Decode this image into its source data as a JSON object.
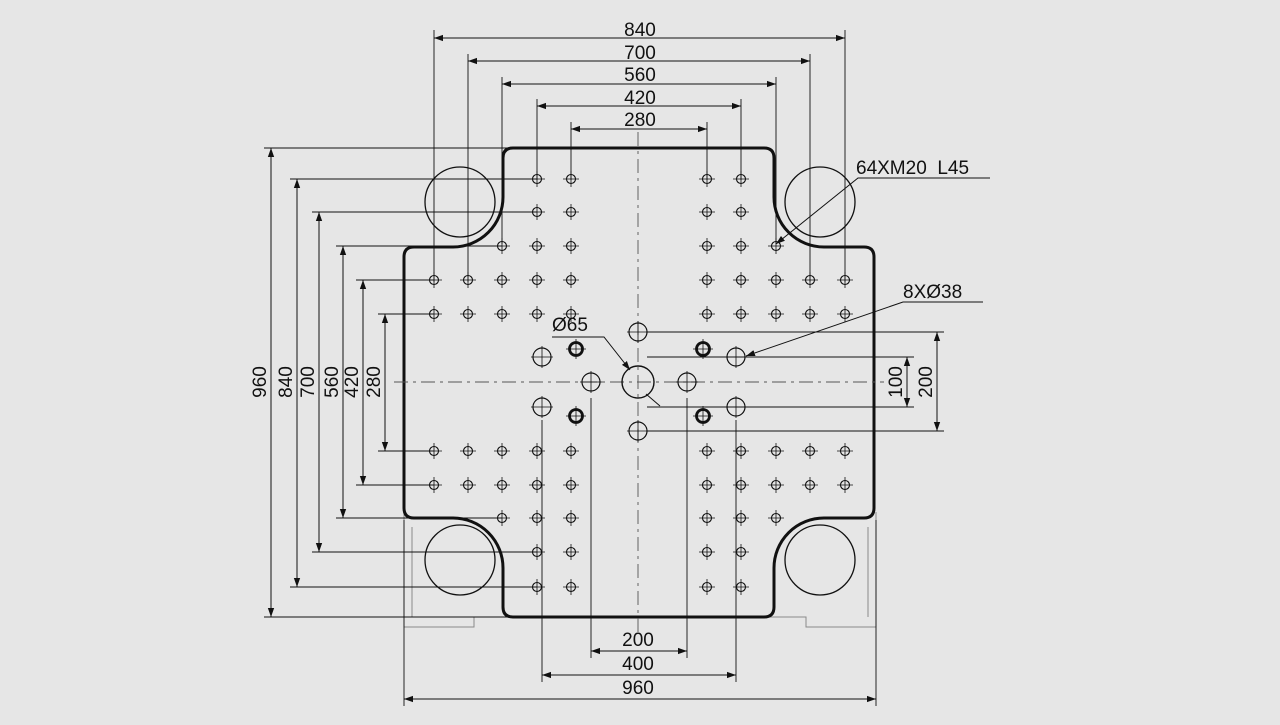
{
  "colors": {
    "background": "#e6e6e6",
    "line": "#111111",
    "outline": "#111111",
    "ghost": "#8a8a8a"
  },
  "drawing": {
    "top_dimensions": [
      "840",
      "700",
      "560",
      "420",
      "280"
    ],
    "left_dimensions": [
      "960",
      "840",
      "700",
      "560",
      "420",
      "280"
    ],
    "bottom_dimensions": [
      "200",
      "400",
      "960"
    ],
    "right_dimensions": [
      "100",
      "200"
    ],
    "callouts": {
      "tapped_holes": "64XM20  L45",
      "through_holes": "8XØ38",
      "center_hole": "Ø65"
    }
  }
}
